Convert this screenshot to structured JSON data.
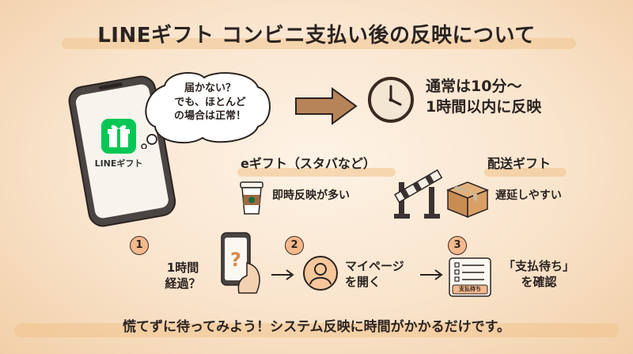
{
  "header": {
    "title": "LINEギフト コンビニ支払い後の反映について"
  },
  "phone": {
    "app_label": "LINEギフト"
  },
  "bubble": {
    "lines": [
      "届かない？",
      "でも、ほとんど",
      "の場合は正常！"
    ]
  },
  "timing": {
    "lines": [
      "通常は10分〜",
      "1時間以内に反映"
    ]
  },
  "egift": {
    "heading": "eギフト（スタバなど）",
    "note": "即時反映が多い"
  },
  "delivery": {
    "heading": "配送ギフト",
    "note": "遅延しやすい"
  },
  "steps": [
    {
      "number": "1",
      "lines": [
        "1時間",
        "経過？"
      ]
    },
    {
      "number": "2",
      "lines": [
        "マイページ",
        "を開く"
      ]
    },
    {
      "number": "3",
      "lines": [
        "「支払待ち」",
        "を確認"
      ],
      "tag": "支払待ち"
    }
  ],
  "footer": {
    "message": "慌てずに待ってみよう！システム反映に時間がかかるだけです。"
  },
  "colors": {
    "background": "#f9e4cc",
    "accent": "#f4b98c",
    "line_green": "#06c755",
    "arrow_brown": "#b7845a",
    "ink": "#2b2320"
  },
  "icons": [
    "gift-icon",
    "clock-icon",
    "coffee-cup-icon",
    "barrier-icon",
    "box-icon",
    "question-phone-icon",
    "user-icon",
    "checklist-icon",
    "arrow-right-icon"
  ]
}
